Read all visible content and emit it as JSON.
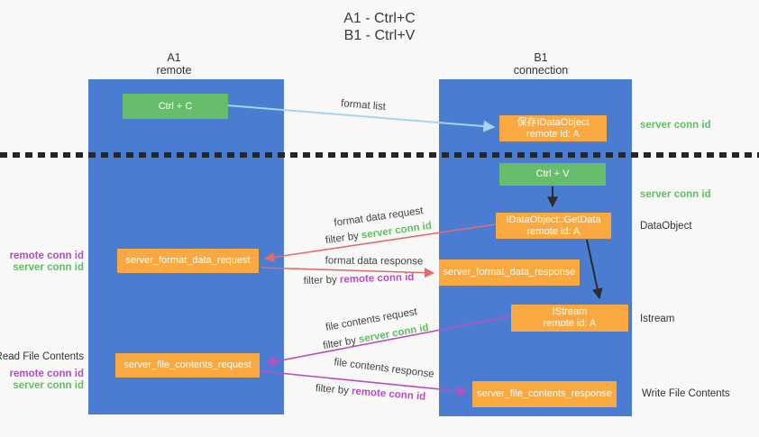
{
  "title": {
    "line1": "A1 - Ctrl+C",
    "line2": "B1 - Ctrl+V"
  },
  "lanes": {
    "a1": {
      "name": "A1",
      "subtitle": "remote"
    },
    "b1": {
      "name": "B1",
      "subtitle": "connection"
    }
  },
  "boxes": {
    "ctrl_c": {
      "label": "Ctrl + C"
    },
    "save_dataobject": {
      "line1": "保存IDataObject",
      "line2": "remote id: A"
    },
    "ctrl_v": {
      "label": "Ctrl + V"
    },
    "getdata": {
      "line1": "IDataObject::GetData",
      "line2": "remote id: A"
    },
    "format_request": {
      "label": "server_format_data_request"
    },
    "format_response": {
      "label": "server_format_data_response"
    },
    "istream": {
      "line1": "IStream",
      "line2": "remote id: A"
    },
    "file_request": {
      "label": "server_file_contents_request"
    },
    "file_response": {
      "label": "server_file_contents_response"
    }
  },
  "side_labels": {
    "server_conn_id_top": "server conn id",
    "server_conn_id_mid": "server conn id",
    "dataobject": "DataObject",
    "istream": "Istream",
    "write_file_contents": "Write File Contents",
    "remote_conn_id_left1": "remote conn id",
    "server_conn_id_left1": "server conn id",
    "read_file_contents": "Read File Contents",
    "remote_conn_id_left2": "remote conn id",
    "server_conn_id_left2": "server conn id"
  },
  "flow_labels": {
    "format_list": "format list",
    "format_data_request": "format data request",
    "filter_by_1": {
      "prefix": "filter by ",
      "id": "server conn id"
    },
    "format_data_response": "format data response",
    "filter_by_2": {
      "prefix": "filter by ",
      "id": "remote conn id"
    },
    "file_contents_request": "file contents request",
    "filter_by_3": {
      "prefix": "filter by ",
      "id": "server conn id"
    },
    "file_contents_response": "file contents response",
    "filter_by_4": {
      "prefix": "filter by ",
      "id": "remote conn id"
    }
  },
  "colors": {
    "lane_blue": "#4a7dd1",
    "box_green": "#68bd6c",
    "box_orange": "#f9a93f",
    "text_green": "#5fbf63",
    "text_purple": "#b14fc4",
    "arrow_red": "#e56a6a",
    "arrow_magenta": "#bd4ec0",
    "arrow_lightblue": "#a9d2ec",
    "arrow_black": "#2b2b2b"
  }
}
